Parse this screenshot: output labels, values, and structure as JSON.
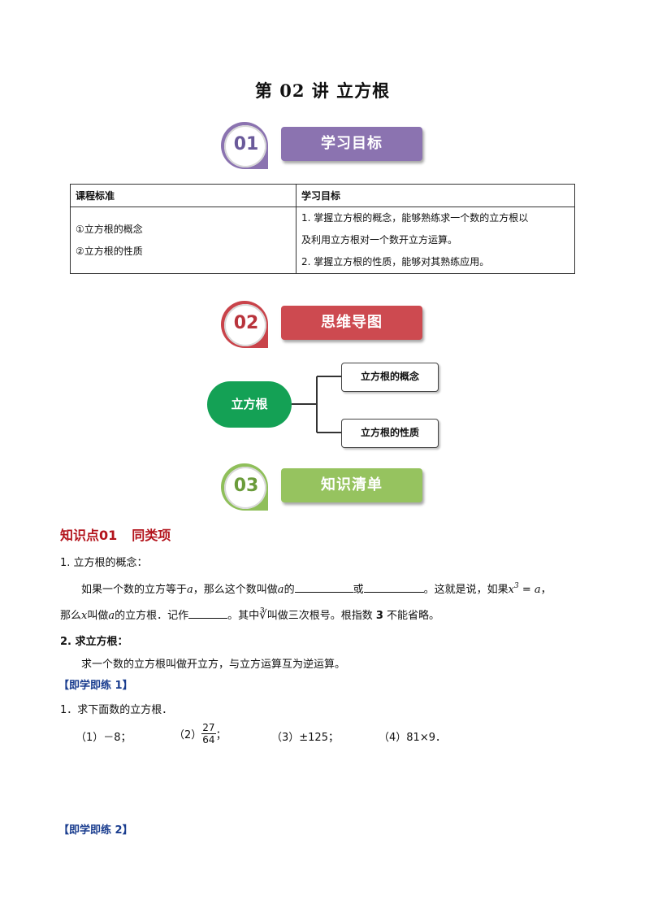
{
  "title": "第 02 讲  立方根",
  "banners": [
    {
      "num": "01",
      "label": "学习目标",
      "color": "#8b73b0",
      "tab": "#8b73b0",
      "numColor": "#6a5a9a"
    },
    {
      "num": "02",
      "label": "思维导图",
      "color": "#cd4a50",
      "tab": "#c9434a",
      "numColor": "#b9343c"
    },
    {
      "num": "03",
      "label": "知识清单",
      "color": "#96c35f",
      "tab": "#8fbf5a",
      "numColor": "#6b9c3b"
    }
  ],
  "table": {
    "header_col1": "课程标准",
    "header_col2": "学习目标",
    "col1_line1": "①立方根的概念",
    "col1_line2": "②立方根的性质",
    "col2_line1": "1. 掌握立方根的概念，能够熟练求一个数的立方根以",
    "col2_line2": "及利用立方根对一个数开立方运算。",
    "col2_line3": "2. 掌握立方根的性质，能够对其熟练应用。"
  },
  "mindmap": {
    "root": "立方根",
    "node1": "立方根的概念",
    "node2": "立方根的性质"
  },
  "knowledge": {
    "heading_part1": "知识点01",
    "heading_part2": "同类项",
    "item1_title": "1. 立方根的概念：",
    "p1_a": "如果一个数的立方等于",
    "var_a": "a",
    "p1_b": "，那么这个数叫做",
    "p1_c": "的",
    "p1_d": "或",
    "p1_e": "。这就是说，如果",
    "var_x": "x",
    "exp3": "3",
    "p1_f": " = ",
    "p1_g": "，",
    "p2_a": "那么",
    "p2_b": "叫做",
    "p2_c": "的立方根．记作",
    "p2_d": "。其中",
    "cbrt_sym": "∛",
    "p2_e": "叫做三次根号。根指数 ",
    "p2_f": "3",
    "p2_g": " 不能省略。",
    "item2_title": "2. 求立方根：",
    "item2_text": "求一个数的立方根叫做开立方，与立方运算互为逆运算。"
  },
  "practice1": {
    "title": "【即学即练 1】",
    "question": "1．求下面数的立方根．",
    "p1": "（1）－8；",
    "p2_label": "（2）",
    "p2_num": "27",
    "p2_den": "64",
    "p2_tail": "；",
    "p3": "（3）±125；",
    "p4": "（4）81×9．"
  },
  "practice2": {
    "title": "【即学即练 2】"
  }
}
